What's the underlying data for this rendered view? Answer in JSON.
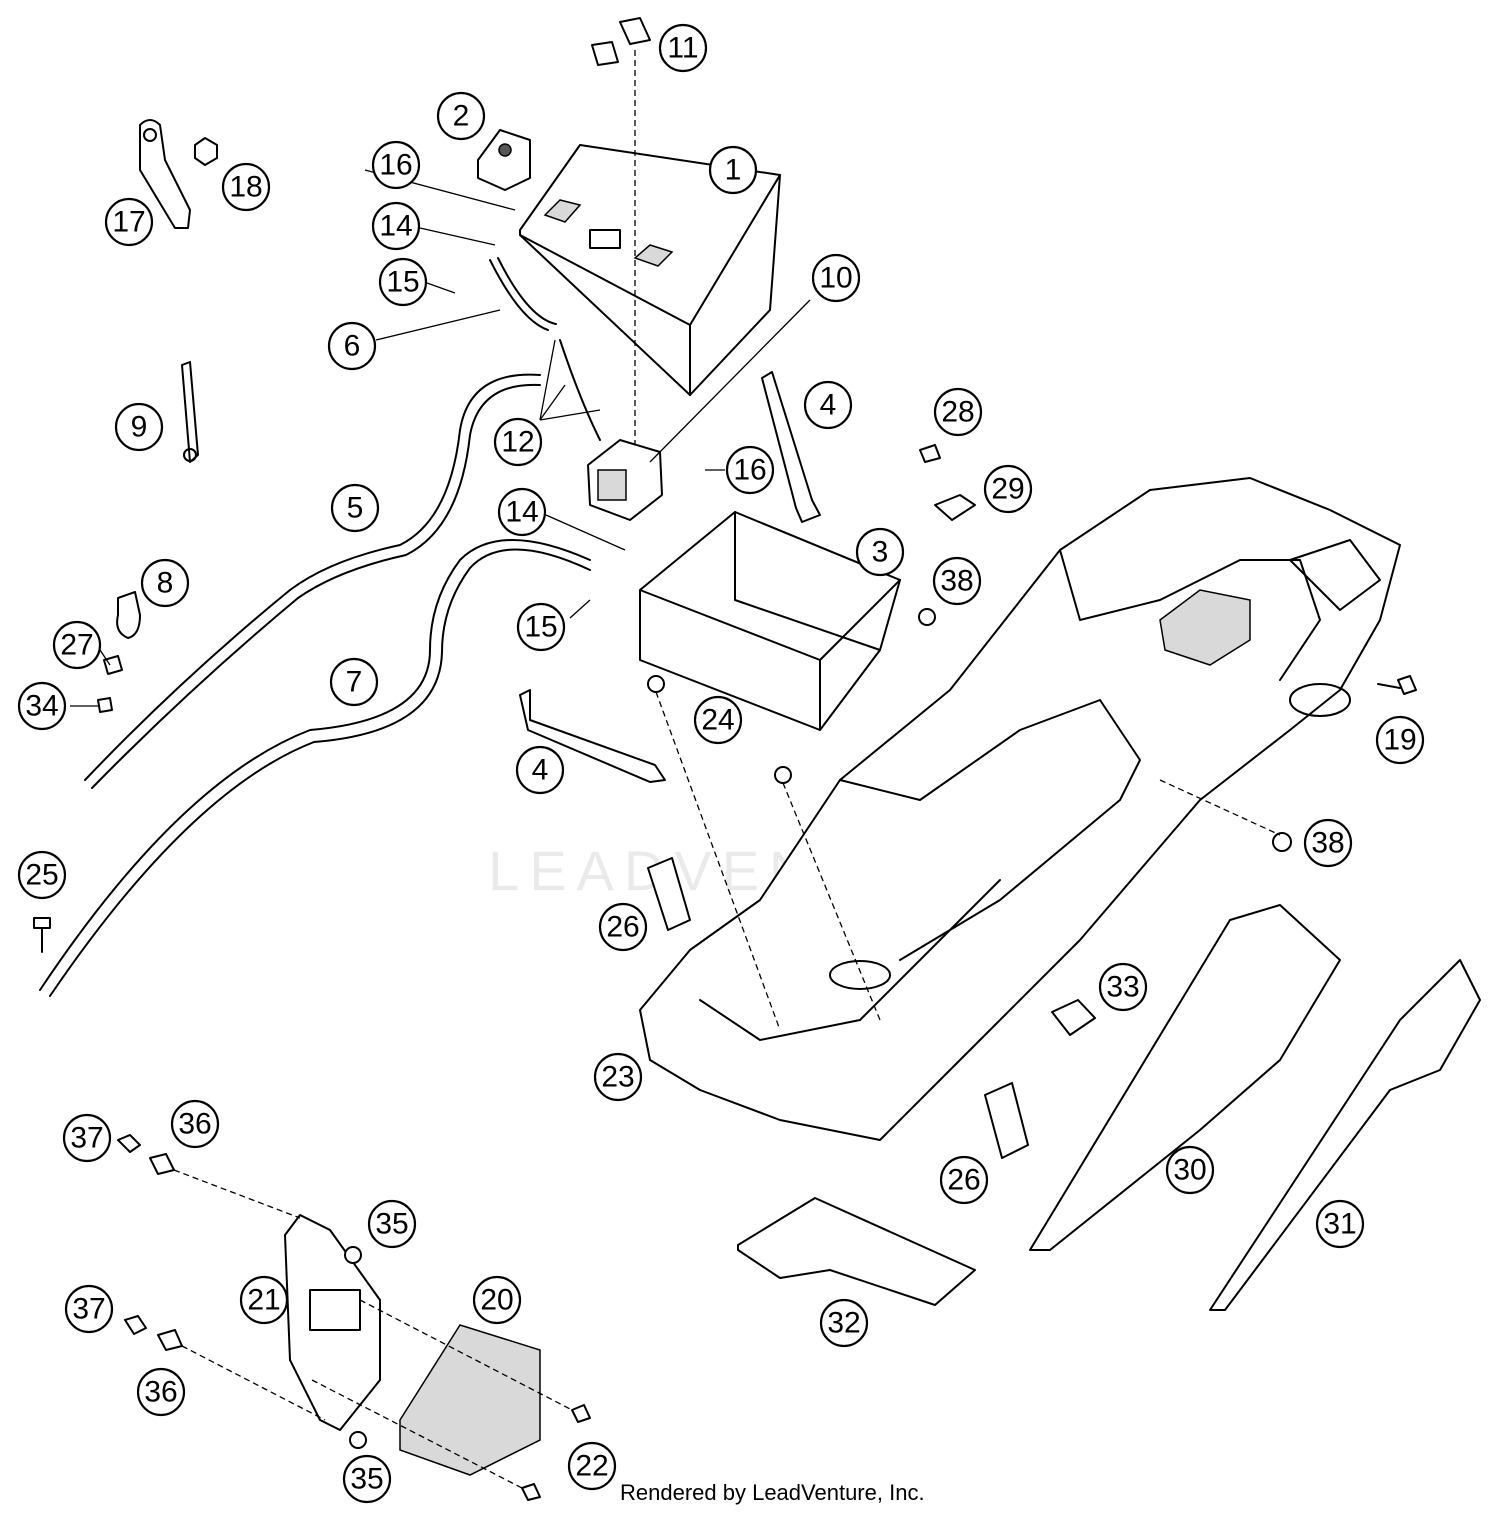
{
  "watermark": "LEADVENTURE",
  "credit": "Rendered by LeadVenture, Inc.",
  "callouts": [
    "1",
    "2",
    "3",
    "4",
    "4",
    "5",
    "6",
    "7",
    "8",
    "9",
    "10",
    "11",
    "12",
    "14",
    "14",
    "15",
    "15",
    "16",
    "16",
    "17",
    "18",
    "19",
    "20",
    "21",
    "22",
    "23",
    "24",
    "25",
    "26",
    "26",
    "27",
    "28",
    "29",
    "30",
    "31",
    "32",
    "33",
    "34",
    "35",
    "35",
    "36",
    "36",
    "37",
    "37",
    "38",
    "38"
  ]
}
